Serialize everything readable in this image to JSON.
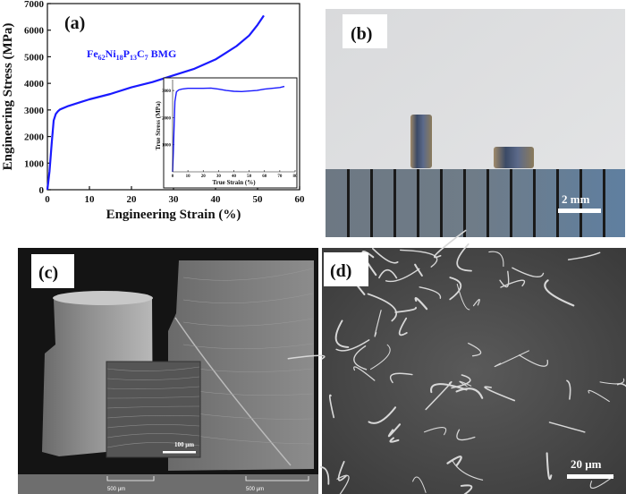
{
  "panels": {
    "a": {
      "label": "(a)",
      "annotation": {
        "base": [
          "Fe",
          "Ni",
          "P",
          "C"
        ],
        "subs": [
          "62",
          "18",
          "13",
          "7"
        ],
        "suffix": " BMG"
      }
    },
    "b": {
      "label": "(b)",
      "scale_bar": "2 mm"
    },
    "c": {
      "label": "(c)",
      "inset_scale_bar": "100 μm",
      "scale_bars": [
        "500 μm",
        "500 μm"
      ]
    },
    "d": {
      "label": "(d)",
      "scale_bar": "20 μm"
    }
  },
  "colors": {
    "series": "#1a1aff",
    "axis": "#111111"
  },
  "chart_data": [
    {
      "type": "line",
      "title": "",
      "xlabel": "Engineering Strain (%)",
      "ylabel": "Engineering Stress (MPa)",
      "xlim": [
        0,
        60
      ],
      "ylim": [
        0,
        7000
      ],
      "xticks": [
        "0",
        "10",
        "20",
        "30",
        "40",
        "50",
        "60"
      ],
      "yticks": [
        "0",
        "1000",
        "2000",
        "3000",
        "4000",
        "5000",
        "6000",
        "7000"
      ],
      "grid": false,
      "series": [
        {
          "x": [
            0,
            0.5,
            1.0,
            1.5,
            2.0,
            2.5,
            3,
            5,
            8,
            10,
            15,
            20,
            25,
            30,
            35,
            40,
            45,
            48,
            50,
            51.5
          ],
          "y": [
            0,
            700,
            1700,
            2600,
            2850,
            2950,
            3020,
            3150,
            3300,
            3400,
            3600,
            3850,
            4050,
            4300,
            4550,
            4900,
            5400,
            5800,
            6200,
            6550
          ]
        }
      ]
    },
    {
      "type": "line",
      "title": "",
      "xlabel": "True Strain (%)",
      "ylabel": "True Stress (MPa)",
      "xlim": [
        0,
        80
      ],
      "ylim": [
        0,
        3400
      ],
      "xticks": [
        "0",
        "10",
        "20",
        "30",
        "40",
        "50",
        "60",
        "70",
        "80"
      ],
      "yticks": [
        "1000",
        "2000",
        "3000"
      ],
      "grid": false,
      "series": [
        {
          "x": [
            0,
            0.5,
            1.0,
            1.5,
            2.5,
            4,
            6,
            10,
            20,
            25,
            30,
            35,
            40,
            45,
            50,
            55,
            60,
            65,
            70,
            73
          ],
          "y": [
            0,
            800,
            1700,
            2600,
            2950,
            3020,
            3050,
            3080,
            3080,
            3090,
            3050,
            3000,
            2970,
            2960,
            2980,
            3000,
            3050,
            3080,
            3110,
            3150
          ]
        }
      ]
    }
  ]
}
